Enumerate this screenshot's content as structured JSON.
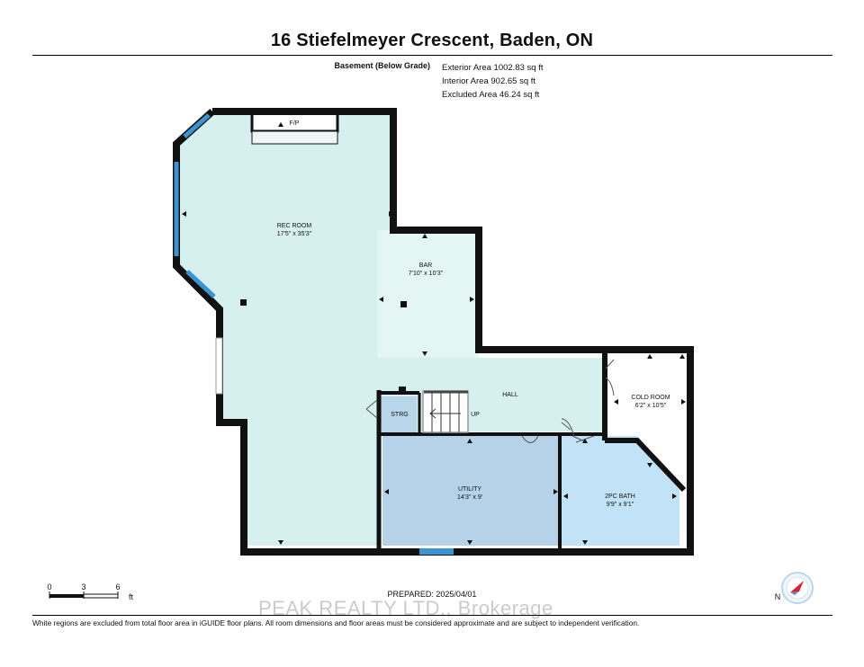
{
  "title": "16 Stiefelmeyer Crescent, Baden, ON",
  "level": {
    "name": "Basement (Below Grade)",
    "exterior_area": "Exterior Area 1002.83 sq ft",
    "interior_area": "Interior Area 902.65 sq ft",
    "excluded_area": "Excluded Area 46.24 sq ft"
  },
  "rooms": {
    "rec_room": {
      "name": "REC ROOM",
      "dims": "17'5\" x 35'3\""
    },
    "bar": {
      "name": "BAR",
      "dims": "7'10\" x 10'3\""
    },
    "hall": {
      "name": "HALL"
    },
    "cold_room": {
      "name": "COLD ROOM",
      "dims": "6'2\" x 10'5\""
    },
    "strg": {
      "name": "STRG"
    },
    "up": {
      "name": "UP"
    },
    "utility": {
      "name": "UTILITY",
      "dims": "14'3\" x 9'"
    },
    "bath": {
      "name": "2PC BATH",
      "dims": "9'9\" x 9'1\""
    },
    "fireplace": {
      "name": "F/P"
    }
  },
  "scale": {
    "ticks": [
      "0",
      "3",
      "6"
    ],
    "unit": "ft"
  },
  "prepared": "PREPARED: 2025/04/01",
  "watermark": "PEAK REALTY LTD., Brokerage",
  "footer": "White regions are excluded from total floor area in iGUIDE floor plans. All room dimensions and floor areas must be considered approximate and are subject to independent verification.",
  "compass": {
    "label": "N",
    "icon": "compass-icon"
  },
  "colors": {
    "rec": "#d6f0ef",
    "bar": "#e4f6f3",
    "utility": "#b5d2e8",
    "bath": "#c2e3f7",
    "strg": "#b8d5ea",
    "wall": "#111111",
    "window": "#3b94d1"
  }
}
